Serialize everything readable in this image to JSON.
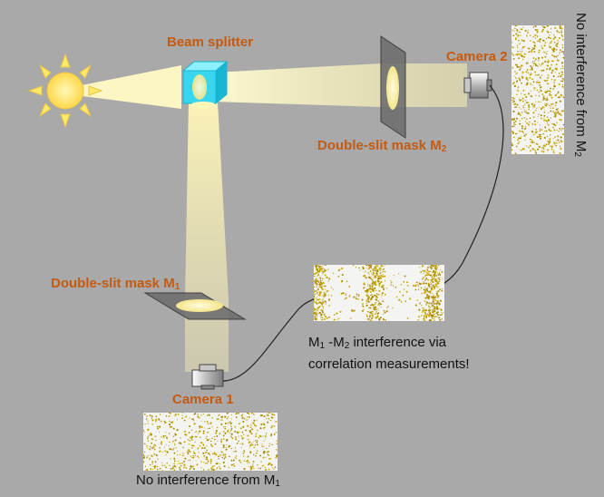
{
  "labels": {
    "beam_splitter": "Beam splitter",
    "camera_1": "Camera 1",
    "camera_2": "Camera 2",
    "mask_1_text": "Double-slit mask M",
    "mask_1_sub": "1",
    "mask_2_text": "Double-slit mask M",
    "mask_2_sub": "2",
    "no_interf_m1_text": "No interference from M",
    "no_interf_m1_sub": "1",
    "no_interf_m2_text": "No interference from M",
    "no_interf_m2_sub": "2",
    "correlation_a": "M",
    "correlation_a_sub": "1",
    "correlation_b": " -M",
    "correlation_b_sub": "2",
    "correlation_c": " interference via",
    "correlation_line2": "correlation measurements!"
  },
  "colors": {
    "background": "#a9a9a9",
    "label_orange": "#c55a11",
    "beam": "#fff4b0",
    "sun": "#ffe968",
    "splitter": "#3ad6ef",
    "speckle": "#c9a800"
  },
  "icons": [
    "sun-icon",
    "beam-splitter-cube",
    "camera-icon",
    "double-slit-mask"
  ]
}
